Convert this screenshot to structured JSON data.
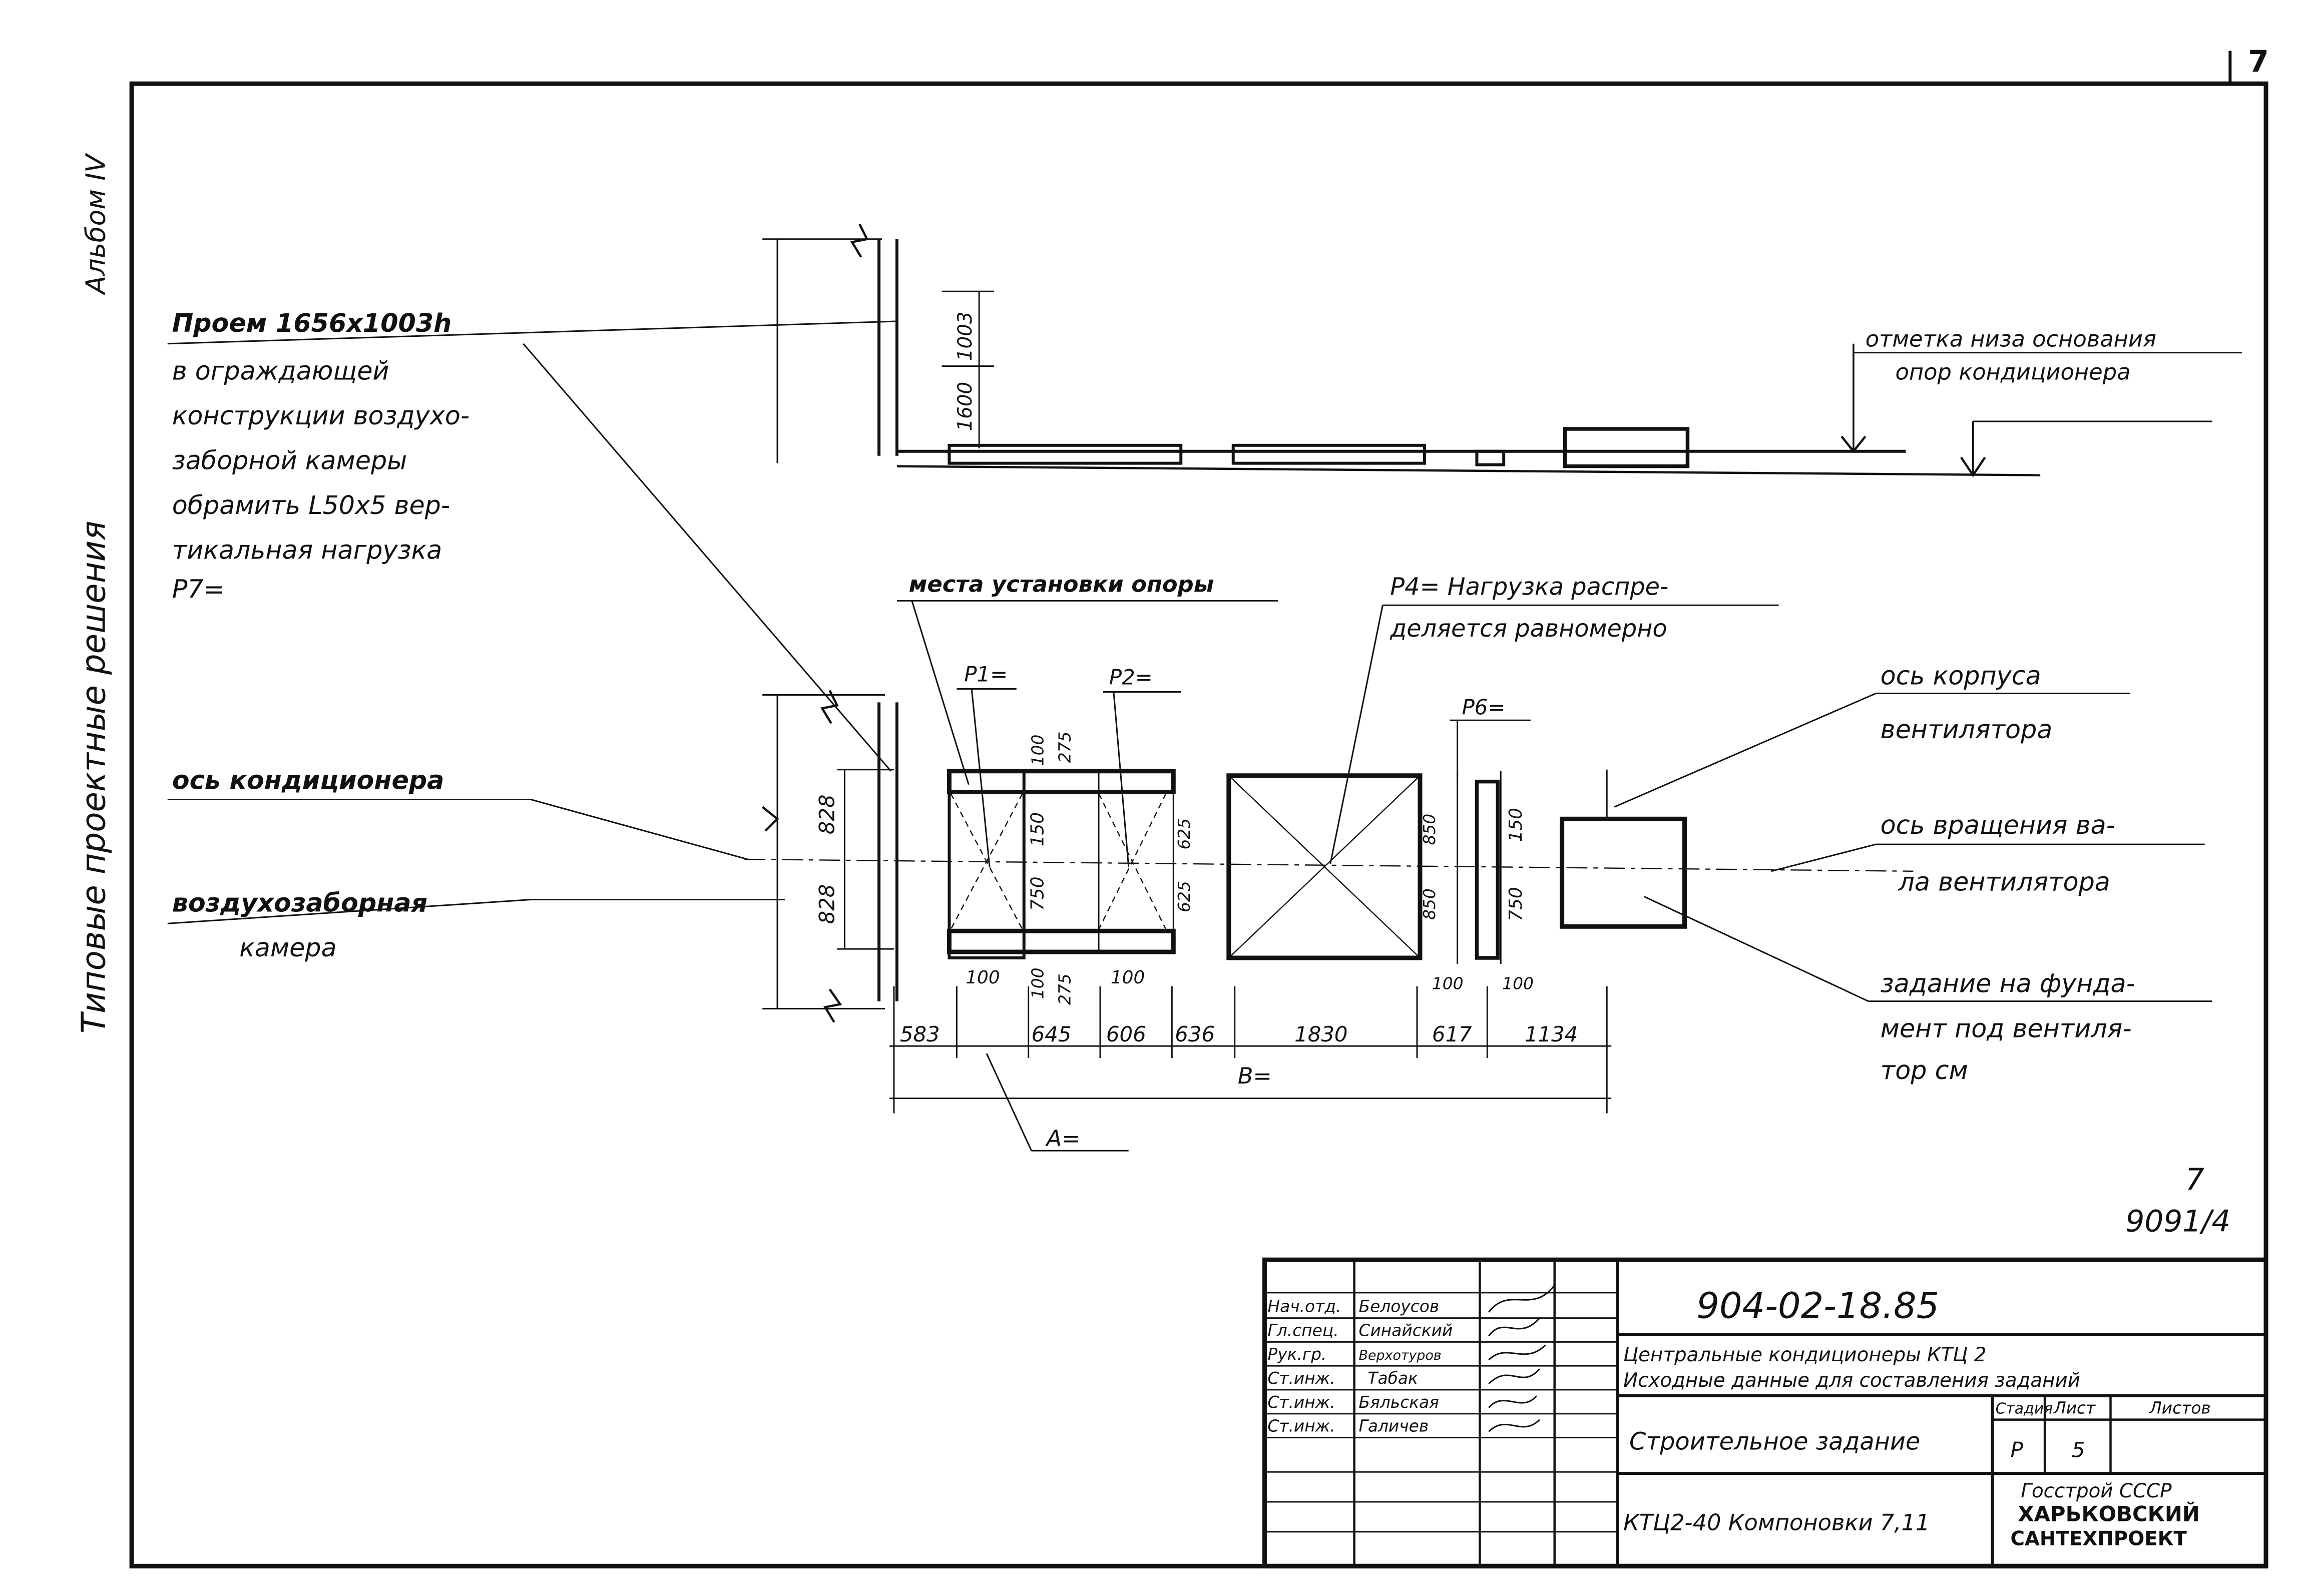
{
  "sheet_number": "7",
  "margin": {
    "album": "Альбом IV",
    "series": "Типовые проектные решения"
  },
  "notes": {
    "opening_title": "Проем 1656х1003h",
    "opening_lines": [
      "в ограждающей",
      "конструкции воздухо-",
      "заборной камеры",
      "обрамить L50х5 вер-",
      "тикальная нагрузка",
      "P7="
    ],
    "base_level": [
      "отметка низа основания",
      "опор кондиционера"
    ],
    "support_places": "места установки опоры",
    "p4_line1": "P4=    Нагрузка распре-",
    "p4_line2": "деляется равномерно",
    "conditioner_axis": "ось кондиционера",
    "intake_chamber": [
      "воздухозаборная",
      "камера"
    ],
    "fan_body_axis": [
      "ось корпуса",
      "вентилятора"
    ],
    "fan_shaft_axis": [
      "ось вращения ва-",
      "ла вентилятора"
    ],
    "fan_foundation": [
      "задание на фунда-",
      "мент под вентиля-",
      "тор см"
    ],
    "sheet_ref": [
      "7",
      "9091/4"
    ]
  },
  "loads": {
    "p1": "P1=",
    "p2": "P2=",
    "p6": "P6=",
    "a": "A=",
    "b": "B="
  },
  "dimensions": {
    "section": [
      "1003",
      "1600"
    ],
    "left_height": [
      "828",
      "828"
    ],
    "frame1": [
      "100",
      "275",
      "150",
      "750",
      "100",
      "275",
      "100"
    ],
    "frame2": [
      "625",
      "625",
      "100"
    ],
    "section4": [
      "850",
      "850",
      "100",
      "100",
      "150",
      "750"
    ],
    "chain": [
      "583",
      "645",
      "606",
      "636",
      "1830",
      "617",
      "1134"
    ]
  },
  "title_block": {
    "designation": "904-02-18.85",
    "title_line1": "Центральные кондиционеры КТЦ 2",
    "title_line2": "Исходные данные для составления заданий",
    "sheet_title": "Строительное задание",
    "subtitle": "КТЦ2-40 Компоновки 7,11",
    "stage_header": "Стадия",
    "sheet_header": "Лист",
    "sheets_header": "Листов",
    "stage": "Р",
    "sheet": "5",
    "org": [
      "Госстрой СССР",
      "ХАРЬКОВСКИЙ",
      "САНТЕХПРОЕКТ"
    ],
    "roles": [
      {
        "role": "Нач.отд.",
        "name": "Белоусов"
      },
      {
        "role": "Гл.спец.",
        "name": "Синайский"
      },
      {
        "role": "Рук.гр.",
        "name": "Верхотуров"
      },
      {
        "role": "Ст.инж.",
        "name": "Табак"
      },
      {
        "role": "Ст.инж.",
        "name": "Бяльская"
      },
      {
        "role": "Ст.инж.",
        "name": "Галичев"
      }
    ]
  }
}
